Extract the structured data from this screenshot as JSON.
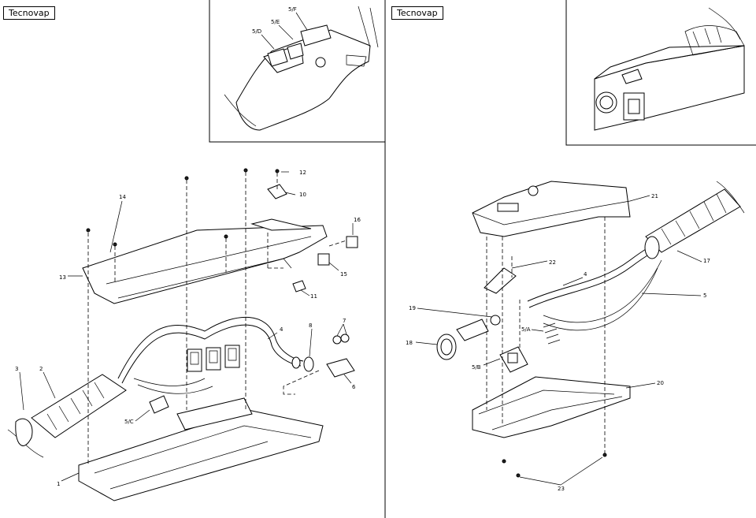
{
  "brand_left": "Tecnovap",
  "brand_right": "Tecnovap",
  "left_inset_labels": [
    "5/D",
    "5/E",
    "5/F"
  ],
  "left_callouts": [
    "14",
    "13",
    "12",
    "10",
    "16",
    "15",
    "11",
    "4",
    "8",
    "7",
    "6",
    "3",
    "2",
    "5/C",
    "1"
  ],
  "right_callouts": [
    "21",
    "22",
    "4",
    "17",
    "5",
    "19",
    "18",
    "5/A",
    "5/B",
    "20",
    "23"
  ]
}
